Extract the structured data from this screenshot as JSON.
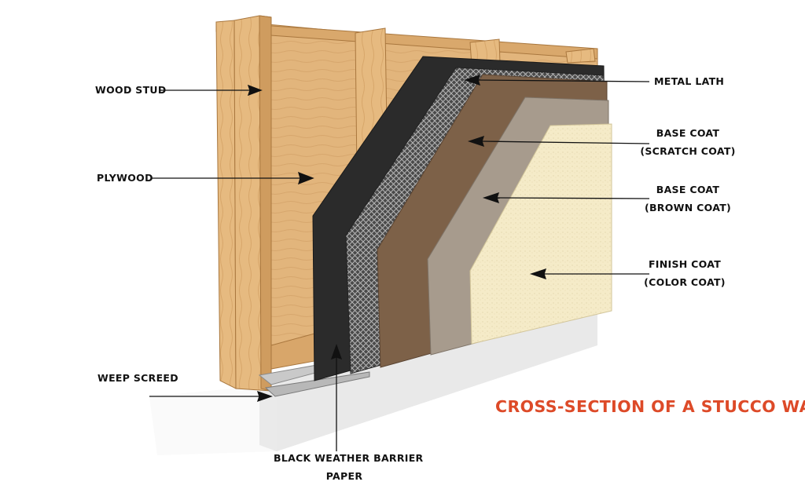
{
  "title": "CROSS-SECTION OF A STUCCO WALL",
  "colors": {
    "title": "#dd4a28",
    "wood": "#e2b57c",
    "weather_barrier": "#2b2b2b",
    "metal_lath": "#3a3a3a",
    "scratch_coat": "#7d6148",
    "brown_coat": "#a79b8d",
    "finish_coat": "#f5ebc8",
    "foundation": "#f3f3f3"
  },
  "labels": {
    "wood_stud": "WOOD STUD",
    "plywood": "PLYWOOD",
    "weep_screed": "WEEP SCREED",
    "weather_barrier_line1": "BLACK WEATHER BARRIER",
    "weather_barrier_line2": "PAPER",
    "metal_lath": "METAL LATH",
    "scratch_line1": "BASE COAT",
    "scratch_line2": "(SCRATCH COAT)",
    "brown_line1": "BASE COAT",
    "brown_line2": "(BROWN COAT)",
    "finish_line1": "FINISH COAT",
    "finish_line2": "(COLOR COAT)"
  }
}
